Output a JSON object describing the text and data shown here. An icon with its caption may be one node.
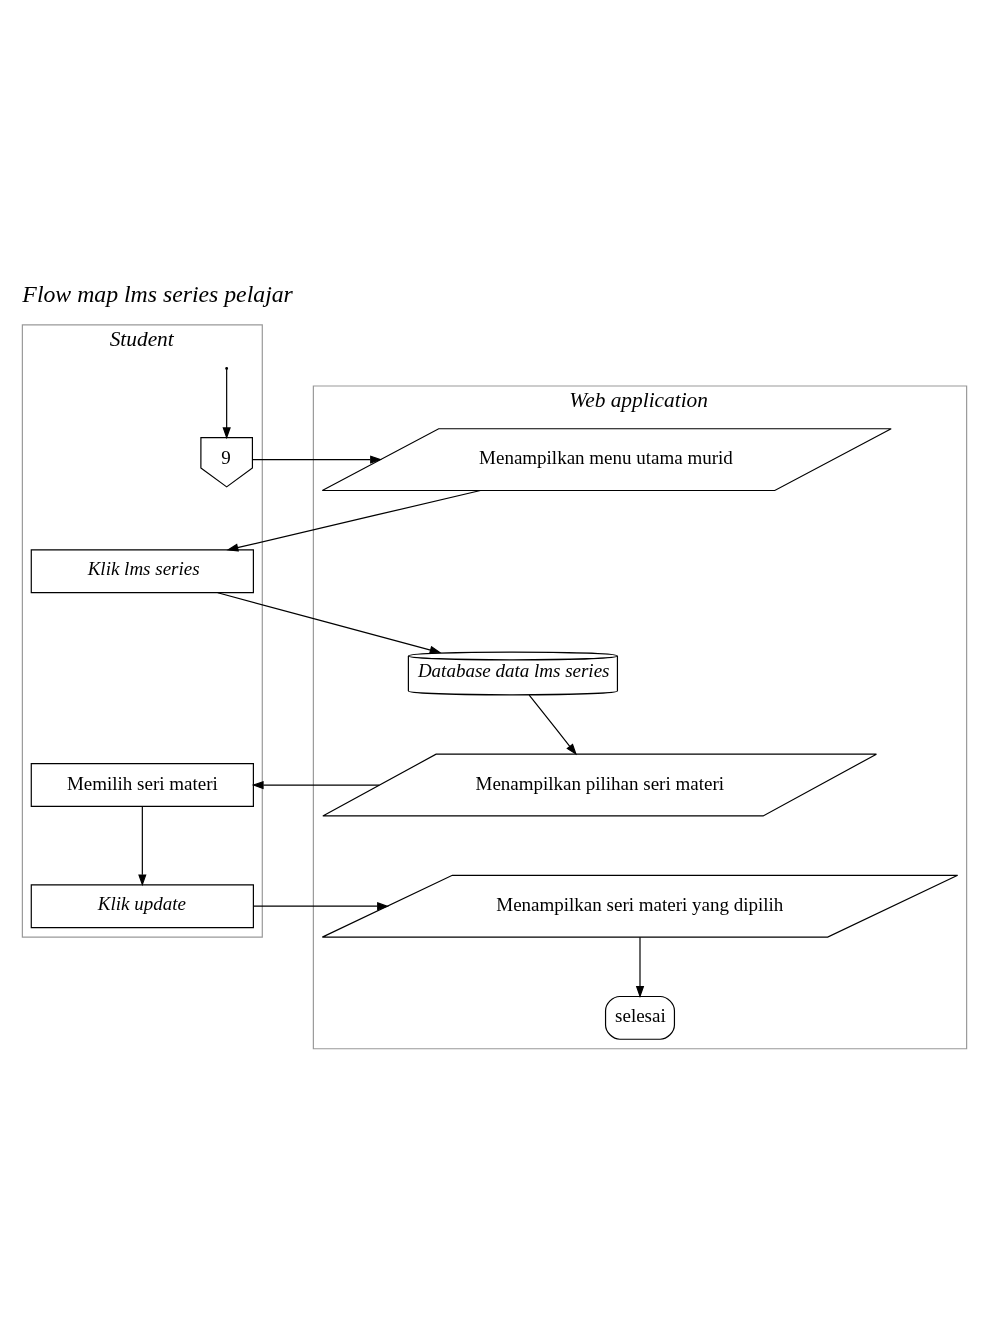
{
  "diagram": {
    "title": "Flow map lms series pelajar",
    "nodes": [
      {
        "text": [
          "Student"
        ]
      },
      {
        "text": [
          "Web application"
        ]
      },
      {
        "text": [
          "9"
        ],
        "in": 0
      },
      {
        "text": [
          "Menampilkan menu utama murid"
        ],
        "in": 1
      },
      {
        "text": [
          "Klik lms series"
        ],
        "in": 0
      },
      {
        "text": [
          "Database data lms series"
        ],
        "in": 1
      },
      {
        "text": [
          "Memilih seri materi"
        ],
        "in": 0
      },
      {
        "text": [
          "Menampilkan pilihan seri materi"
        ],
        "in": 1
      },
      {
        "text": [
          "Klik update"
        ],
        "in": 0
      },
      {
        "text": [
          "Menampilkan seri materi yang dipilih"
        ],
        "in": 1
      },
      {
        "text": [
          "selesai"
        ],
        "in": 1
      }
    ],
    "edges": [
      {
        "from": null,
        "to": 2,
        "arrow": "to"
      },
      {
        "from": 2,
        "to": 3,
        "arrow": "to"
      },
      {
        "from": 3,
        "to": 4,
        "arrow": "to"
      },
      {
        "from": 4,
        "to": 5,
        "arrow": "to"
      },
      {
        "from": 5,
        "to": 7,
        "arrow": "to"
      },
      {
        "from": 7,
        "to": 6,
        "arrow": "to"
      },
      {
        "from": 6,
        "to": 8,
        "arrow": "to"
      },
      {
        "from": 8,
        "to": 9,
        "arrow": "to"
      },
      {
        "from": 9,
        "to": 10,
        "arrow": "to"
      }
    ]
  }
}
